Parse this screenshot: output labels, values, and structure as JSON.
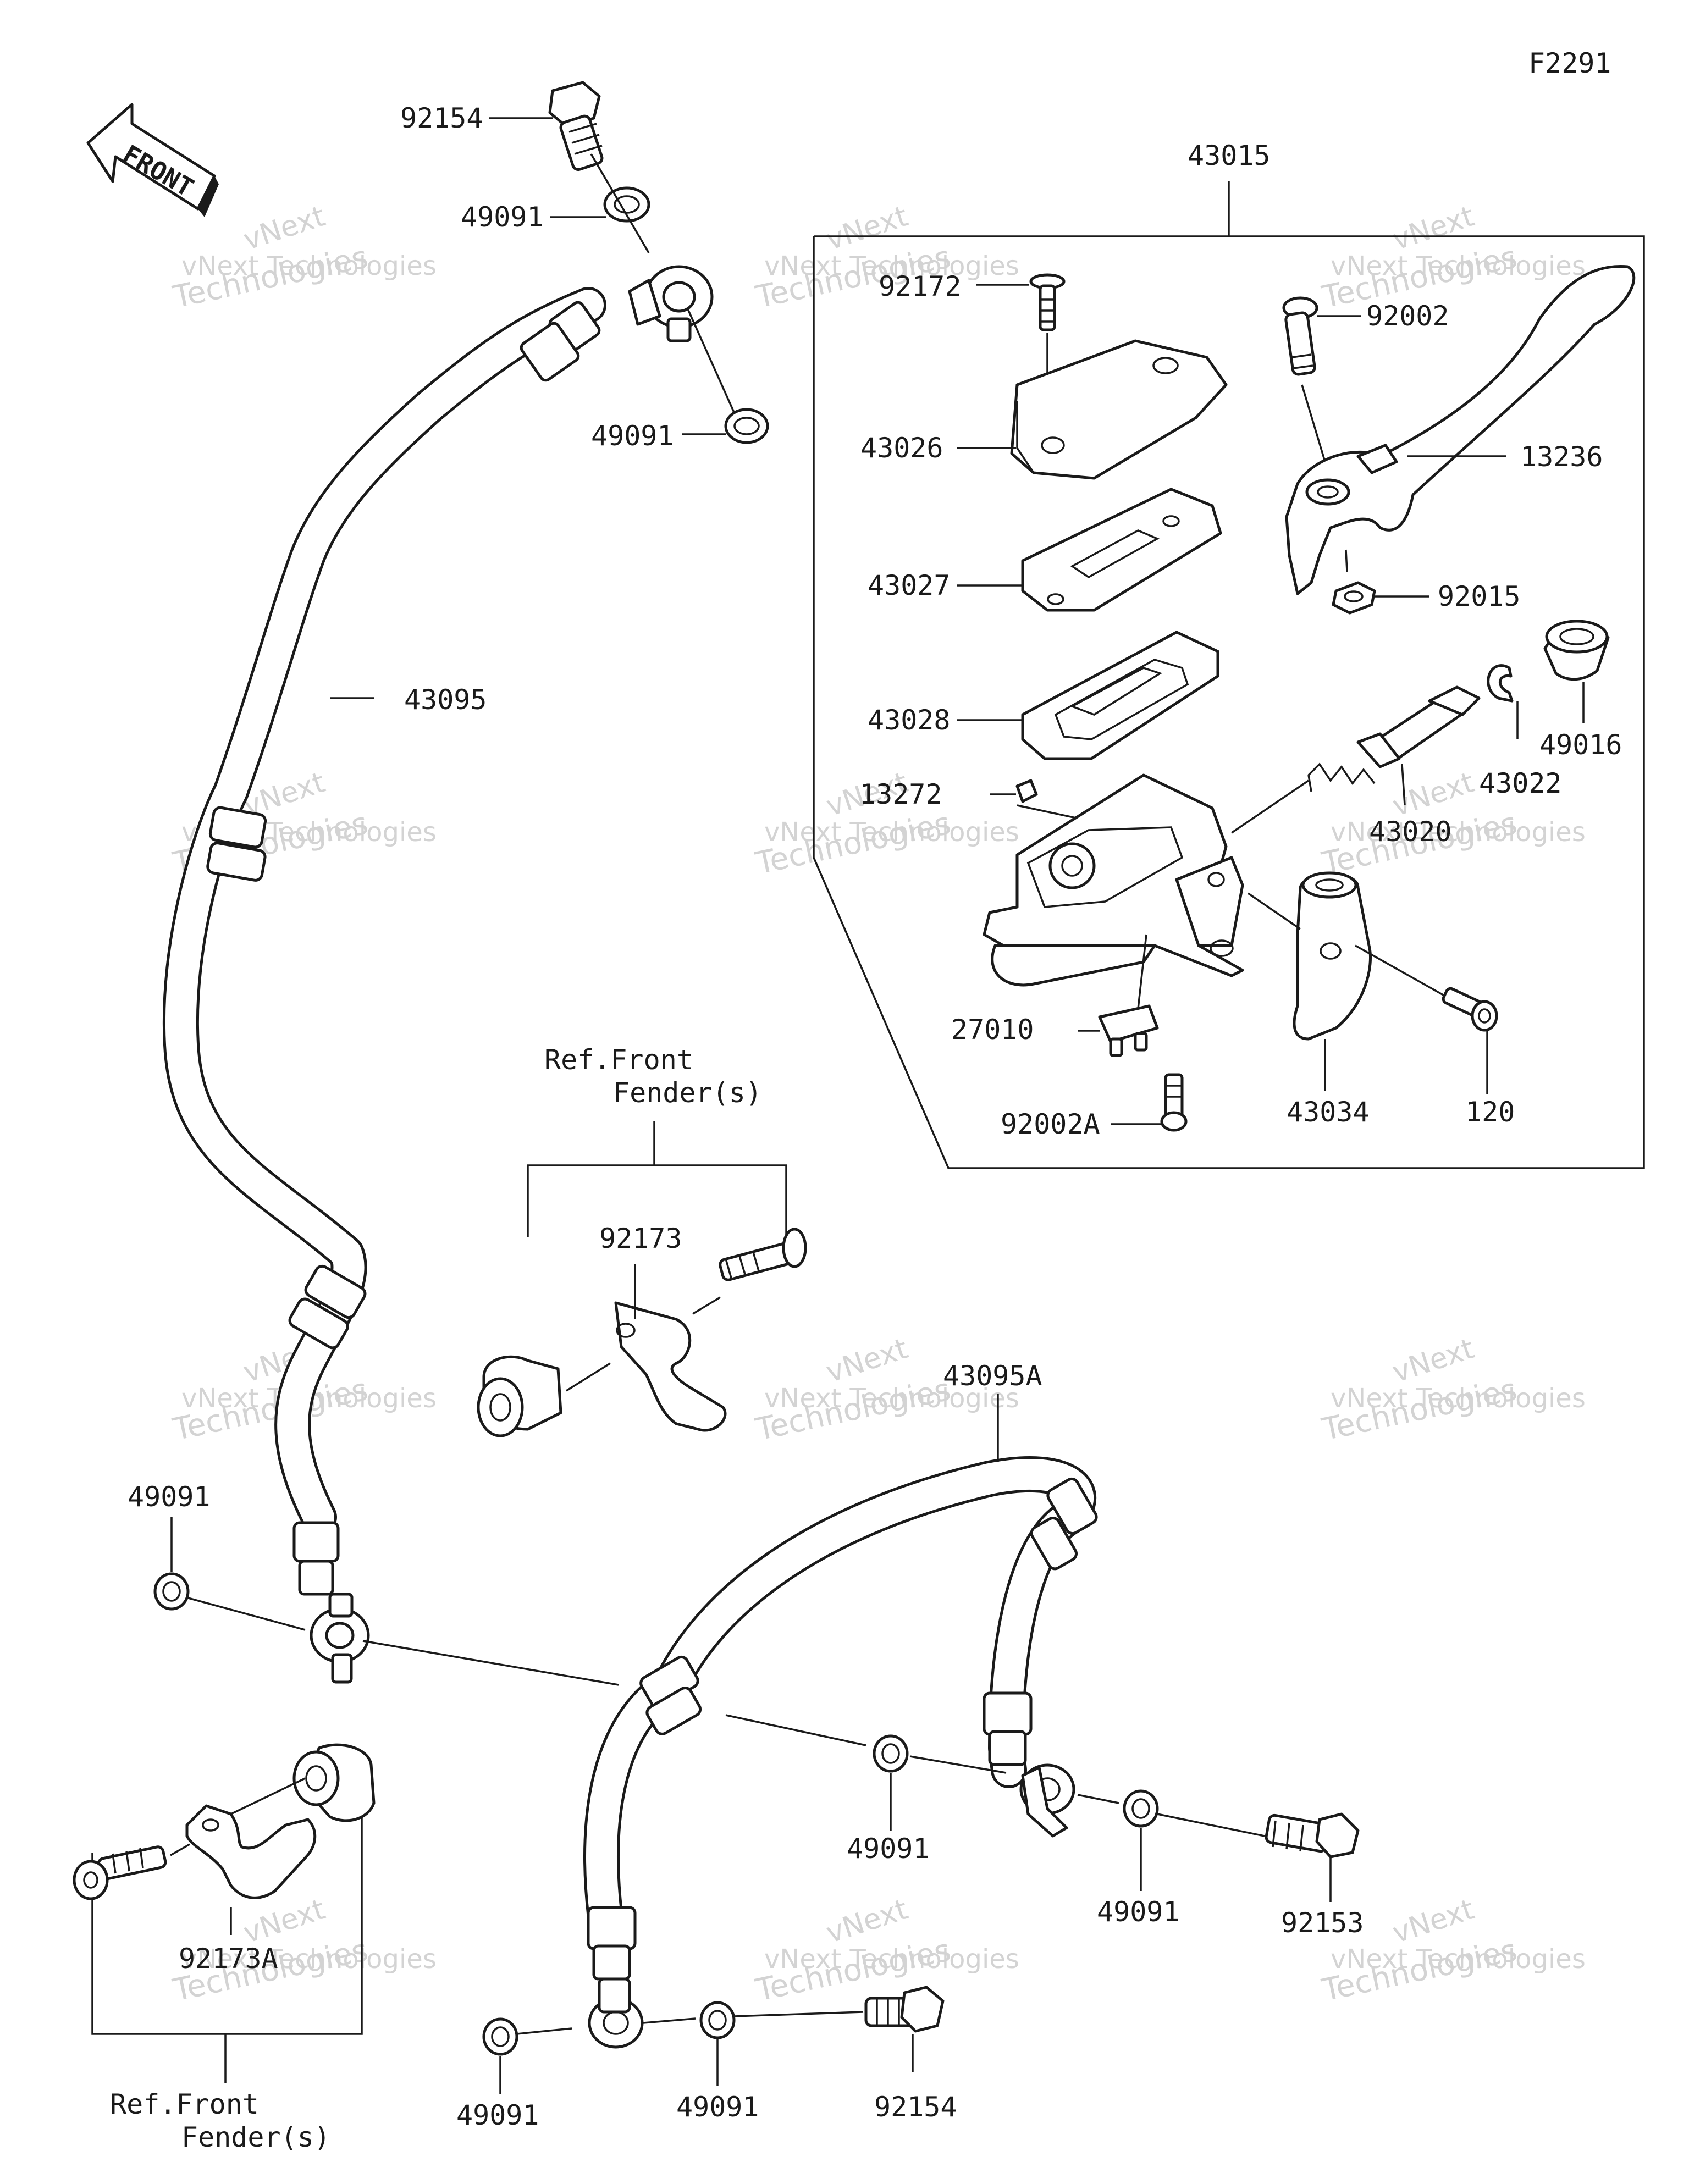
{
  "diagram_code": "F2291",
  "front_arrow": {
    "text": "FRONT",
    "icon": "front-direction-arrow-icon"
  },
  "watermark": {
    "line1": "vNext Technologies",
    "line2": "vNext",
    "line3": "Technologies"
  },
  "assembly": {
    "part_no": "43015"
  },
  "parts": {
    "p92154_top": "92154",
    "p49091_top": "49091",
    "p49091_upper": "49091",
    "p43095": "43095",
    "p92172": "92172",
    "p43026": "43026",
    "p43027": "43027",
    "p43028": "43028",
    "p13272": "13272",
    "p27010": "27010",
    "p92002A": "92002A",
    "p43034": "43034",
    "p120": "120",
    "p92002": "92002",
    "p13236": "13236",
    "p92015": "92015",
    "p49016": "49016",
    "p43022": "43022",
    "p43020": "43020",
    "p92173": "92173",
    "p43095A": "43095A",
    "p49091_left": "49091",
    "p49091_mid": "49091",
    "p49091_right": "49091",
    "p92153": "92153",
    "p92173A": "92173A",
    "p49091_bottom_left": "49091",
    "p49091_bottom_mid": "49091",
    "p92154_bottom": "92154"
  },
  "references": {
    "ref_upper": {
      "line1": "Ref.Front",
      "line2": "Fender(s)"
    },
    "ref_lower": {
      "line1": "Ref.Front",
      "line2": "Fender(s)"
    }
  }
}
